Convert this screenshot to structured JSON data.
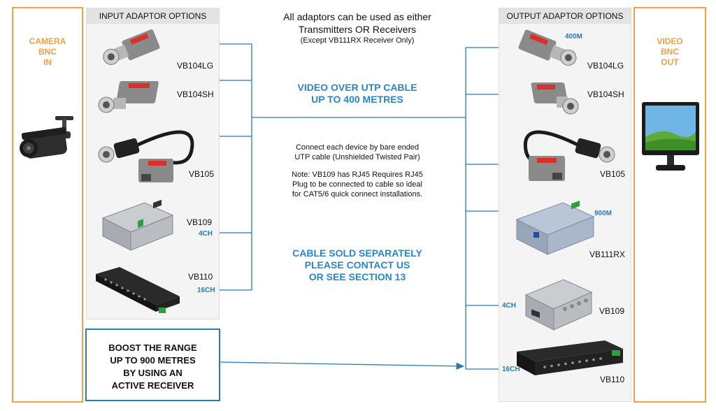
{
  "camera_panel": {
    "label_lines": [
      "CAMERA",
      "BNC",
      "IN"
    ]
  },
  "video_panel": {
    "label_lines": [
      "VIDEO",
      "BNC",
      "OUT"
    ]
  },
  "input_panel": {
    "title": "INPUT ADAPTOR OPTIONS",
    "items": [
      {
        "model": "VB104LG",
        "tag": ""
      },
      {
        "model": "VB104SH",
        "tag": ""
      },
      {
        "model": "VB105",
        "tag": ""
      },
      {
        "model": "VB109",
        "tag": "4CH"
      },
      {
        "model": "VB110",
        "tag": "16CH"
      }
    ]
  },
  "output_panel": {
    "title": "OUTPUT ADAPTOR OPTIONS",
    "items": [
      {
        "model": "VB104LG",
        "tag": "400M"
      },
      {
        "model": "VB104SH",
        "tag": ""
      },
      {
        "model": "VB105",
        "tag": ""
      },
      {
        "model": "VB111RX",
        "tag": "900M"
      },
      {
        "model": "VB109",
        "tag": "4CH"
      },
      {
        "model": "VB110",
        "tag": "16CH"
      }
    ]
  },
  "center": {
    "intro_line1": "All adaptors can be used as either",
    "intro_line2": "Transmitters OR Receivers",
    "intro_line3": "(Except VB111RX Receiver Only)",
    "cable_heading_line1": "VIDEO OVER UTP CABLE",
    "cable_heading_line2": "UP TO 400 METRES",
    "connect_line1": "Connect each device by bare ended",
    "connect_line2": "UTP cable (Unshielded Twisted Pair)",
    "note_line1": "Note: VB109 has RJ45 Requires RJ45",
    "note_line2": "Plug to be connected to cable so ideal",
    "note_line3": "for CAT5/6 quick connect installations.",
    "sold_line1": "CABLE SOLD SEPARATELY",
    "sold_line2": "PLEASE CONTACT US",
    "sold_line3": "OR SEE SECTION 13"
  },
  "boost_box": {
    "line1": "BOOST THE RANGE",
    "line2": "UP TO 900 METRES",
    "line3": "BY USING AN",
    "line4": "ACTIVE RECEIVER"
  },
  "colors": {
    "accent_orange": "#f0a048",
    "accent_blue": "#2a86c6",
    "line_blue": "#2a7ab8"
  }
}
